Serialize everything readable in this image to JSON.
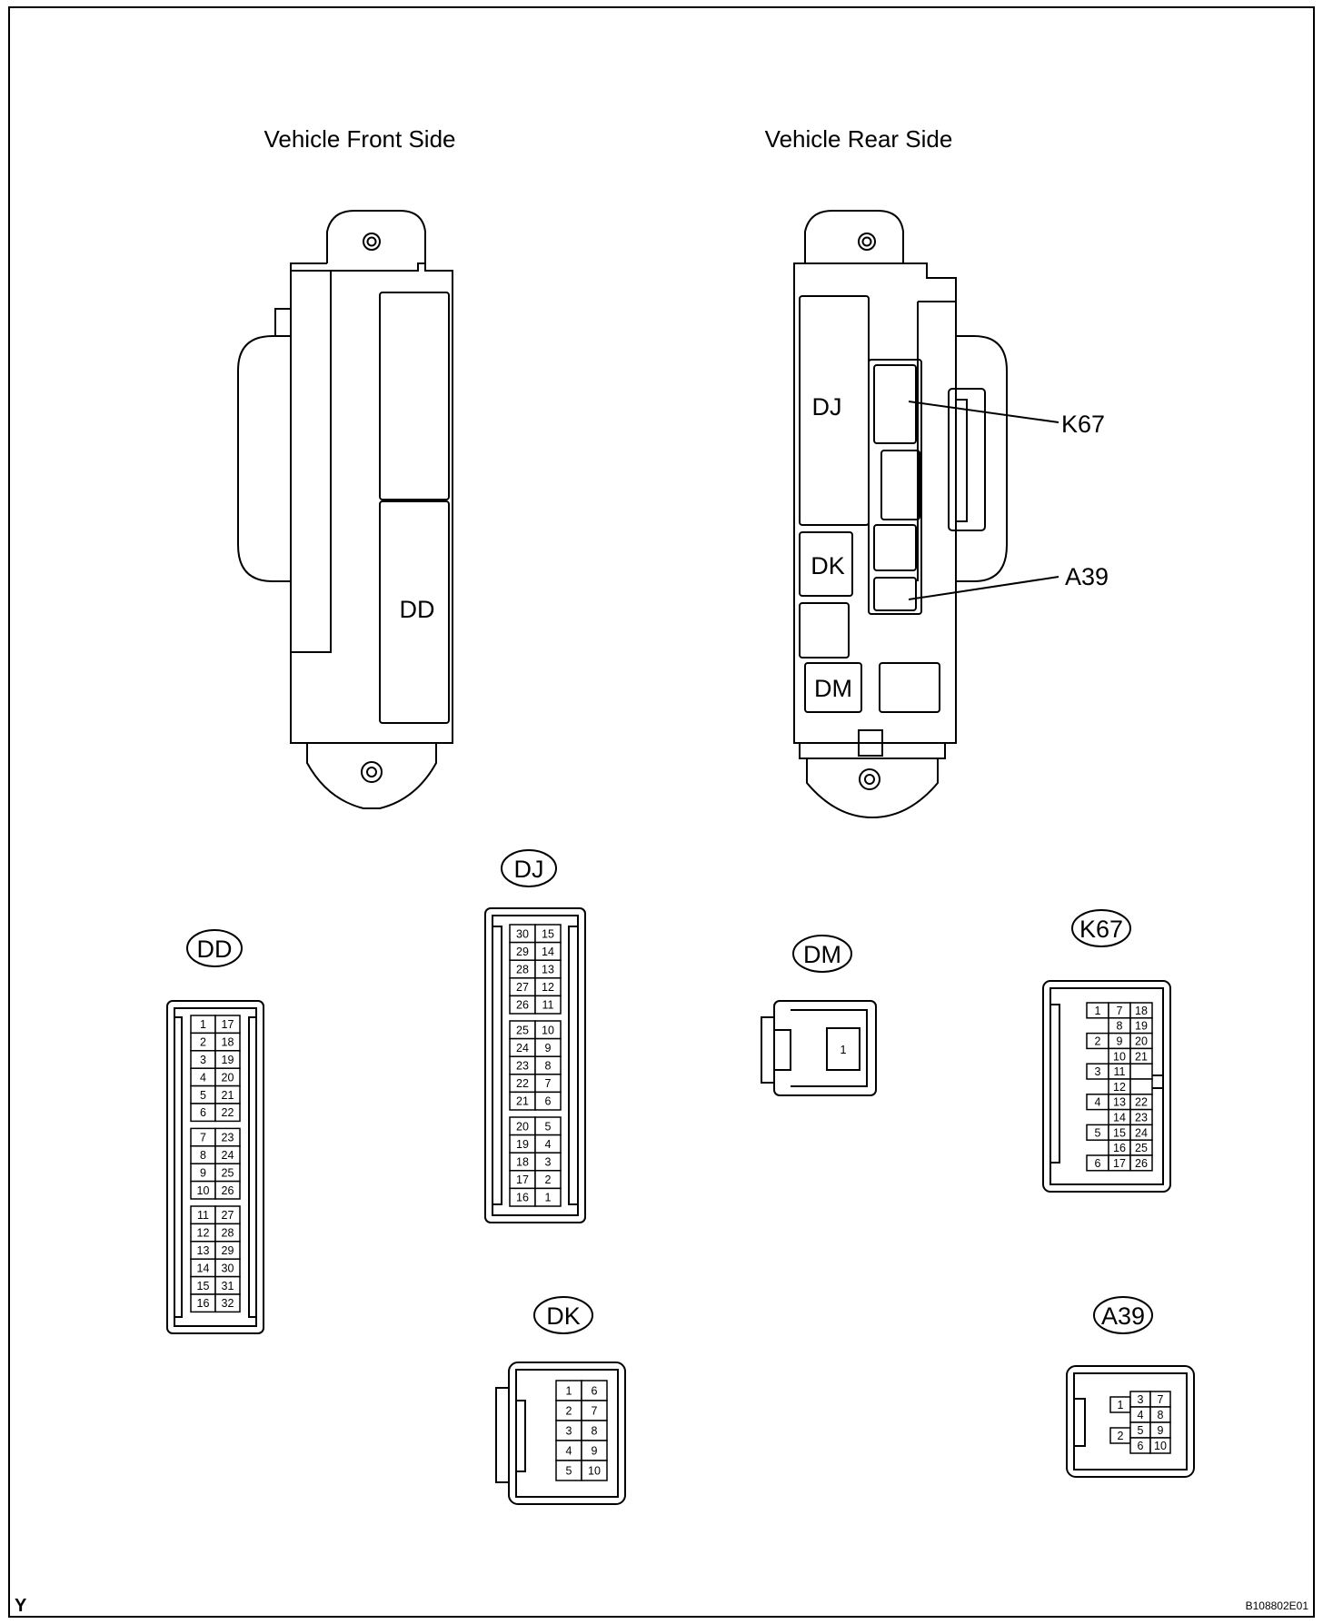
{
  "titles": {
    "front": "Vehicle Front Side",
    "rear": "Vehicle Rear Side"
  },
  "front_view": {
    "dd": "DD"
  },
  "rear_view": {
    "dj": "DJ",
    "dk": "DK",
    "dm": "DM",
    "k67": "K67",
    "a39": "A39"
  },
  "connectors": {
    "dd": {
      "tag": "DD",
      "rows": [
        [
          "1",
          "17"
        ],
        [
          "2",
          "18"
        ],
        [
          "3",
          "19"
        ],
        [
          "4",
          "20"
        ],
        [
          "5",
          "21"
        ],
        [
          "6",
          "22"
        ],
        [
          "7",
          "23"
        ],
        [
          "8",
          "24"
        ],
        [
          "9",
          "25"
        ],
        [
          "10",
          "26"
        ],
        [
          "11",
          "27"
        ],
        [
          "12",
          "28"
        ],
        [
          "13",
          "29"
        ],
        [
          "14",
          "30"
        ],
        [
          "15",
          "31"
        ],
        [
          "16",
          "32"
        ]
      ]
    },
    "dj": {
      "tag": "DJ",
      "rows": [
        [
          "30",
          "15"
        ],
        [
          "29",
          "14"
        ],
        [
          "28",
          "13"
        ],
        [
          "27",
          "12"
        ],
        [
          "26",
          "11"
        ],
        [
          "25",
          "10"
        ],
        [
          "24",
          "9"
        ],
        [
          "23",
          "8"
        ],
        [
          "22",
          "7"
        ],
        [
          "21",
          "6"
        ],
        [
          "20",
          "5"
        ],
        [
          "19",
          "4"
        ],
        [
          "18",
          "3"
        ],
        [
          "17",
          "2"
        ],
        [
          "16",
          "1"
        ]
      ]
    },
    "dm": {
      "tag": "DM",
      "pins": [
        "1"
      ]
    },
    "k67": {
      "tag": "K67",
      "rows": [
        [
          "1",
          "7",
          "18"
        ],
        [
          "",
          "8",
          "19"
        ],
        [
          "2",
          "9",
          "20"
        ],
        [
          "",
          "10",
          "21"
        ],
        [
          "3",
          "11",
          ""
        ],
        [
          "",
          "12",
          ""
        ],
        [
          "4",
          "13",
          "22"
        ],
        [
          "",
          "14",
          "23"
        ],
        [
          "5",
          "15",
          "24"
        ],
        [
          "",
          "16",
          "25"
        ],
        [
          "6",
          "17",
          "26"
        ]
      ]
    },
    "dk": {
      "tag": "DK",
      "rows": [
        [
          "1",
          "6"
        ],
        [
          "2",
          "7"
        ],
        [
          "3",
          "8"
        ],
        [
          "4",
          "9"
        ],
        [
          "5",
          "10"
        ]
      ]
    },
    "a39": {
      "tag": "A39",
      "left": [
        "1",
        "2"
      ],
      "rows": [
        [
          "3",
          "7"
        ],
        [
          "4",
          "8"
        ],
        [
          "5",
          "9"
        ],
        [
          "6",
          "10"
        ]
      ]
    }
  },
  "footer": {
    "left": "Y",
    "right": "B108802E01"
  }
}
